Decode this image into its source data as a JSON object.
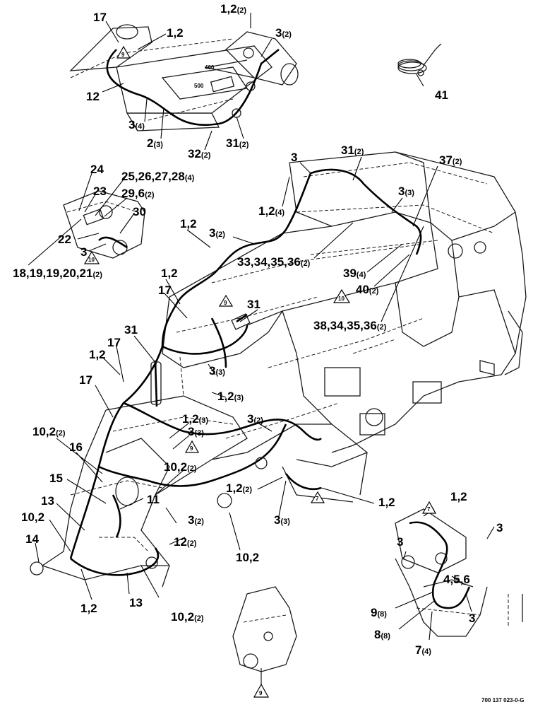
{
  "callouts": [
    {
      "id": "c17a",
      "label": "17",
      "qty": ""
    },
    {
      "id": "c12top",
      "label": "1,2",
      "qty": "(2)"
    },
    {
      "id": "c12b",
      "label": "1,2",
      "qty": ""
    },
    {
      "id": "c3_2a",
      "label": "3",
      "qty": "(2)"
    },
    {
      "id": "c12",
      "label": "12",
      "qty": ""
    },
    {
      "id": "c3_4",
      "label": "3",
      "qty": "(4)"
    },
    {
      "id": "c2_3",
      "label": "2",
      "qty": "(3)"
    },
    {
      "id": "c32",
      "label": "32",
      "qty": "(2)"
    },
    {
      "id": "c31a",
      "label": "31",
      "qty": "(2)"
    },
    {
      "id": "c41",
      "label": "41",
      "qty": ""
    },
    {
      "id": "c3top",
      "label": "3",
      "qty": ""
    },
    {
      "id": "c31b",
      "label": "31",
      "qty": "(2)"
    },
    {
      "id": "c37",
      "label": "37",
      "qty": "(2)"
    },
    {
      "id": "c3_3a",
      "label": "3",
      "qty": "(3)"
    },
    {
      "id": "c12_4",
      "label": "1,2",
      "qty": "(4)"
    },
    {
      "id": "c24",
      "label": "24",
      "qty": ""
    },
    {
      "id": "c25",
      "label": "25,26,27,28",
      "qty": "(4)"
    },
    {
      "id": "c23",
      "label": "23",
      "qty": ""
    },
    {
      "id": "c29",
      "label": "29,6",
      "qty": "(2)"
    },
    {
      "id": "c30",
      "label": "30",
      "qty": ""
    },
    {
      "id": "c22",
      "label": "22",
      "qty": ""
    },
    {
      "id": "c3left",
      "label": "3",
      "qty": ""
    },
    {
      "id": "c18",
      "label": "18,19,19,20,21",
      "qty": "(2)"
    },
    {
      "id": "c12c",
      "label": "1,2",
      "qty": ""
    },
    {
      "id": "c3_2b",
      "label": "3",
      "qty": "(2)"
    },
    {
      "id": "c33",
      "label": "33,34,35,36",
      "qty": "(2)"
    },
    {
      "id": "c39",
      "label": "39",
      "qty": "(4)"
    },
    {
      "id": "c40",
      "label": "40",
      "qty": "(2)"
    },
    {
      "id": "c12d",
      "label": "1,2",
      "qty": ""
    },
    {
      "id": "c17b",
      "label": "17",
      "qty": ""
    },
    {
      "id": "c31c",
      "label": "31",
      "qty": ""
    },
    {
      "id": "c38",
      "label": "38,34,35,36",
      "qty": "(2)"
    },
    {
      "id": "c31d",
      "label": "31",
      "qty": ""
    },
    {
      "id": "c17c",
      "label": "17",
      "qty": ""
    },
    {
      "id": "c12e",
      "label": "1,2",
      "qty": ""
    },
    {
      "id": "c3_3b",
      "label": "3",
      "qty": "(3)"
    },
    {
      "id": "c17d",
      "label": "17",
      "qty": ""
    },
    {
      "id": "c12_3a",
      "label": "1,2",
      "qty": "(3)"
    },
    {
      "id": "c3_2c",
      "label": "3",
      "qty": "(2)"
    },
    {
      "id": "c12_3b",
      "label": "1,2",
      "qty": "(3)"
    },
    {
      "id": "c3_3c",
      "label": "3",
      "qty": "(3)"
    },
    {
      "id": "c10_2a",
      "label": "10,2",
      "qty": "(2)"
    },
    {
      "id": "c16",
      "label": "16",
      "qty": ""
    },
    {
      "id": "c10_2b",
      "label": "10,2",
      "qty": "(2)"
    },
    {
      "id": "c15",
      "label": "15",
      "qty": ""
    },
    {
      "id": "c12_2",
      "label": "1,2",
      "qty": "(2)"
    },
    {
      "id": "c12f",
      "label": "1,2",
      "qty": ""
    },
    {
      "id": "c13a",
      "label": "13",
      "qty": ""
    },
    {
      "id": "c11",
      "label": "11",
      "qty": ""
    },
    {
      "id": "c10_2c",
      "label": "10,2",
      "qty": ""
    },
    {
      "id": "c3_2d",
      "label": "3",
      "qty": "(2)"
    },
    {
      "id": "c3_3d",
      "label": "3",
      "qty": "(3)"
    },
    {
      "id": "c12g",
      "label": "1,2",
      "qty": ""
    },
    {
      "id": "c3r1",
      "label": "3",
      "qty": ""
    },
    {
      "id": "c12_2b",
      "label": "12",
      "qty": "(2)"
    },
    {
      "id": "c14",
      "label": "14",
      "qty": ""
    },
    {
      "id": "c10_2d",
      "label": "10,2",
      "qty": ""
    },
    {
      "id": "c3r2",
      "label": "3",
      "qty": ""
    },
    {
      "id": "c456",
      "label": "4,5,6",
      "qty": ""
    },
    {
      "id": "c12h",
      "label": "1,2",
      "qty": ""
    },
    {
      "id": "c13b",
      "label": "13",
      "qty": ""
    },
    {
      "id": "c10_2e",
      "label": "10,2",
      "qty": "(2)"
    },
    {
      "id": "c9",
      "label": "9",
      "qty": "(8)"
    },
    {
      "id": "c3r3",
      "label": "3",
      "qty": ""
    },
    {
      "id": "c8",
      "label": "8",
      "qty": "(8)"
    },
    {
      "id": "c7",
      "label": "7",
      "qty": "(4)"
    }
  ],
  "small_labels": {
    "num400": "400",
    "num500": "500"
  },
  "reference_triangles": [
    {
      "id": "t9a",
      "label": "9"
    },
    {
      "id": "t10a",
      "label": "10"
    },
    {
      "id": "t9b",
      "label": "9"
    },
    {
      "id": "t10b",
      "label": "10"
    },
    {
      "id": "t9c",
      "label": "9"
    },
    {
      "id": "t7a",
      "label": "7"
    },
    {
      "id": "t7b",
      "label": "7"
    },
    {
      "id": "t9d",
      "label": "9"
    }
  ],
  "drawing_number": "700 137 023-0-G"
}
